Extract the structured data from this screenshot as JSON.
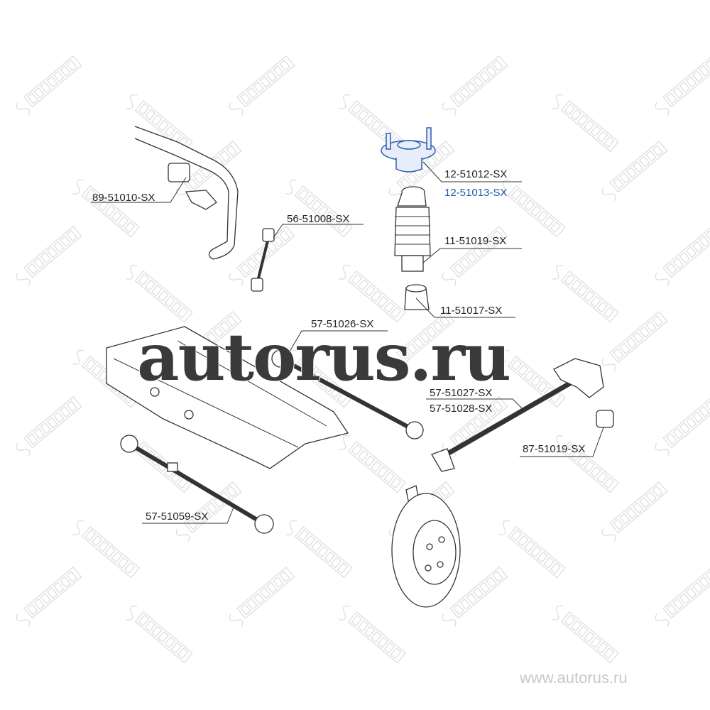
{
  "watermark_brand": "STELLOX",
  "overlay_watermark": "autorus.ru",
  "site_url": "www.autorus.ru",
  "colors": {
    "highlight": "#1e5aa8",
    "line": "#333333",
    "watermark": "#d8d8d8"
  },
  "labels": {
    "p89_51010": "89-51010-SX",
    "p56_51008": "56-51008-SX",
    "p12_51012": "12-51012-SX",
    "p12_51013": "12-51013-SX",
    "p11_51019": "11-51019-SX",
    "p11_51017": "11-51017-SX",
    "p57_51026": "57-51026-SX",
    "p57_51027": "57-51027-SX",
    "p57_51028": "57-51028-SX",
    "p87_51019": "87-51019-SX",
    "p57_51059": "57-51059-SX"
  }
}
